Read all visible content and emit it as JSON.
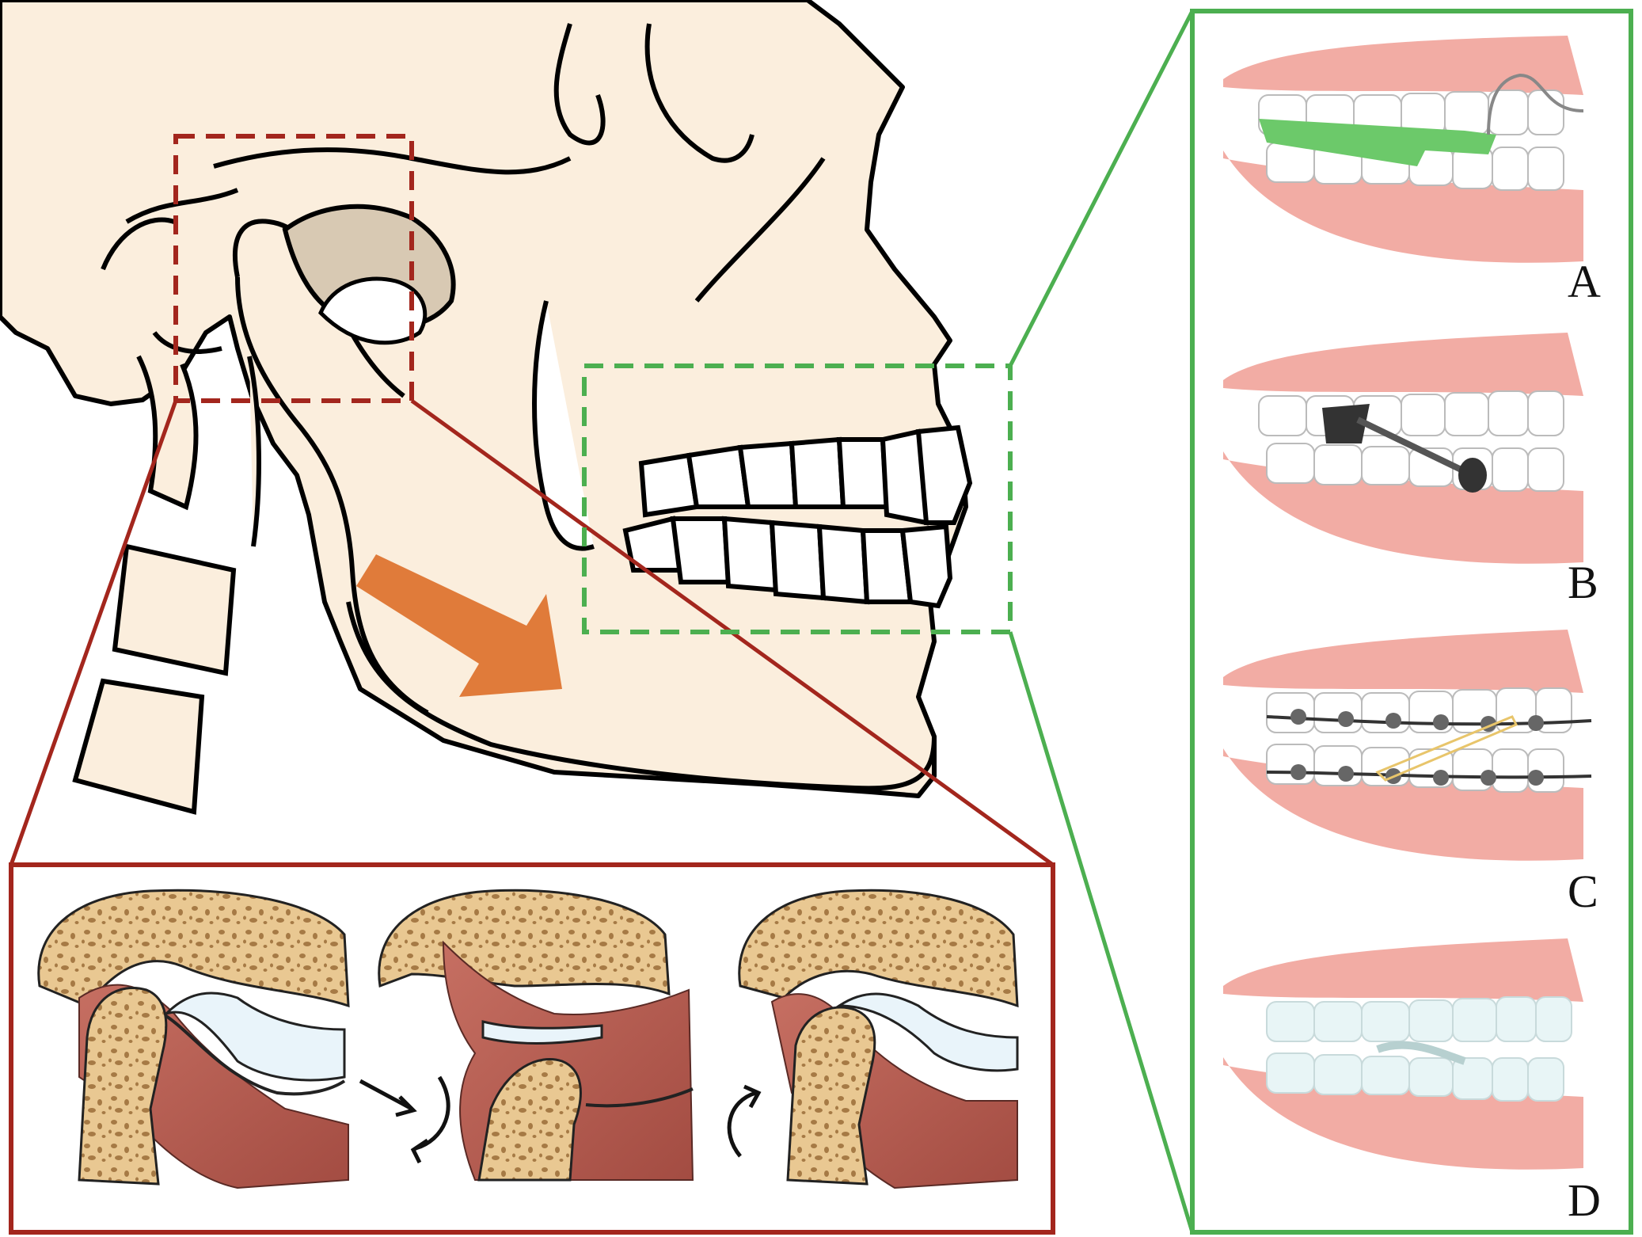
{
  "figure": {
    "panel_labels": [
      "A",
      "B",
      "C",
      "D"
    ]
  },
  "colors": {
    "bone": "#fbeedd",
    "outline": "#000000",
    "joint_box": "#a3261d",
    "teeth_box": "#4caf50",
    "arrow": "#e07b3a",
    "gum": "#f2aca4",
    "tooth": "#ffffff",
    "appliance_green": "#6cc96a",
    "spongy_bone": "#e6c48f",
    "muscle": "#b65a4e",
    "disc": "#ffffff"
  },
  "icons": {
    "forward_arrow": "orange-arrow-icon",
    "rotate_down": "rotate-arrow-icon",
    "rotate_up": "rotate-arrow-icon"
  }
}
